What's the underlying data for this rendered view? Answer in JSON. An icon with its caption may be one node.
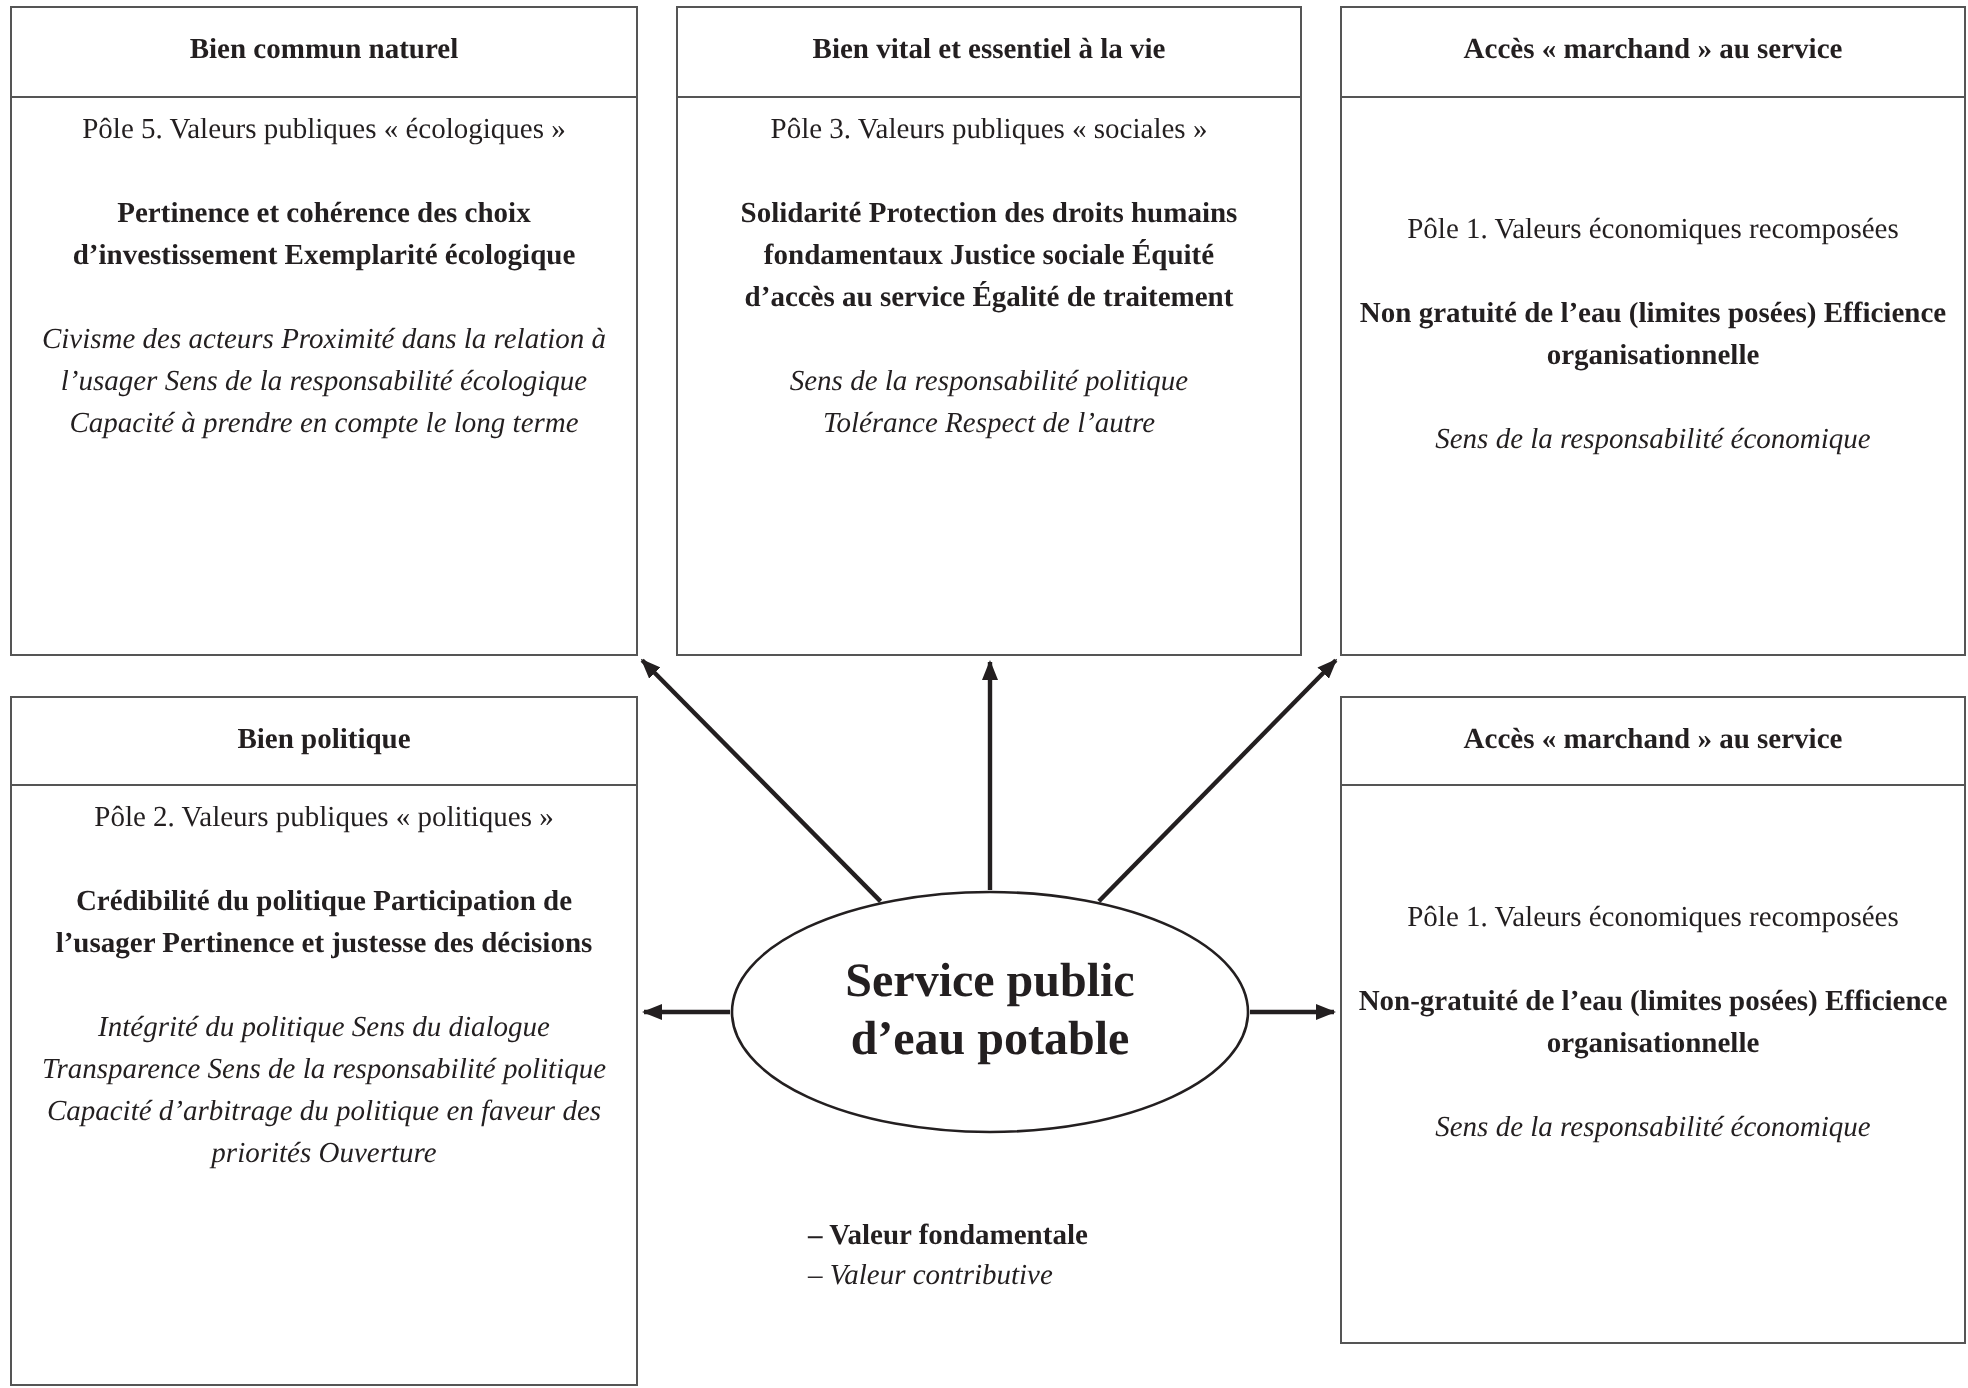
{
  "diagram": {
    "nodes": [
      {
        "text": [
          "Bien commun naturel",
          "Pôle 5. Valeurs publiques « écologiques »",
          "Pertinence et cohérence des choix d’investissement Exemplarité écologique",
          "Civisme des acteurs Proximité dans la relation à l’usager Sens de la responsabilité écologique Capacité à prendre en compte le long terme"
        ]
      },
      {
        "text": [
          "Bien vital et essentiel à la vie",
          "Pôle 3. Valeurs publiques « sociales »",
          "Solidarité Protection des droits humains fondamentaux Justice sociale Équité d’accès au service Égalité de traitement",
          "Sens de la responsabilité politique Tolérance Respect de l’autre"
        ]
      },
      {
        "text": [
          "Accès « marchand » au service",
          "Pôle 1. Valeurs économiques recomposées",
          "Non gratuité de l’eau (limites posées) Efficience organisationnelle",
          "Sens de la responsabilité économique"
        ]
      },
      {
        "text": [
          "Bien politique",
          "Pôle 2. Valeurs publiques « politiques »",
          "Crédibilité du politique Participation de l’usager Pertinence et justesse des décisions",
          "Intégrité du politique Sens du dialogue Transparence Sens de la responsabilité politique Capacité d’arbitrage du politique en faveur des priorités Ouverture"
        ]
      },
      {
        "text": [
          "Service public d’eau potable"
        ]
      },
      {
        "text": [
          "Accès « marchand » au service",
          "Pôle 1. Valeurs économiques recomposées",
          "Non-gratuité de l’eau (limites posées) Efficience organisationnelle",
          "Sens de la responsabilité économique"
        ]
      }
    ],
    "edges": [
      {
        "from": 4,
        "to": 0,
        "arrow": "to"
      },
      {
        "from": 4,
        "to": 1,
        "arrow": "to"
      },
      {
        "from": 4,
        "to": 2,
        "arrow": "to"
      },
      {
        "from": 4,
        "to": 3,
        "arrow": "to"
      },
      {
        "from": 4,
        "to": 5,
        "arrow": "to"
      }
    ],
    "labels": [
      "– Valeur fondamentale",
      "– Valeur contributive"
    ]
  }
}
